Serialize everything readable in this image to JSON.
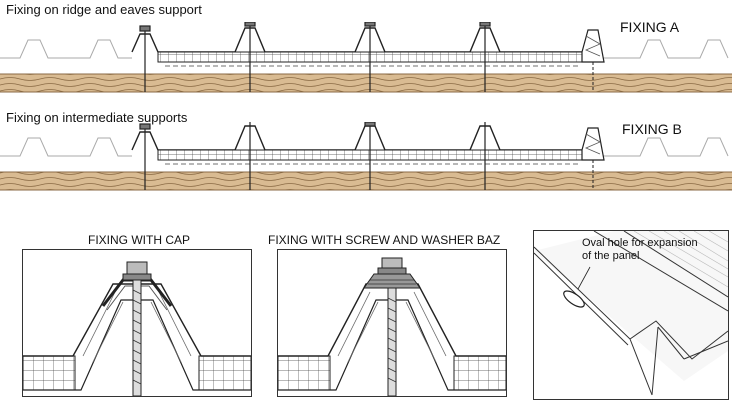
{
  "sections": [
    {
      "title": "Fixing on ridge and eaves support",
      "label": "FIXING A"
    },
    {
      "title": "Fixing on intermediate supports",
      "label": "FIXING B"
    }
  ],
  "details": [
    {
      "title": "FIXING WITH CAP"
    },
    {
      "title": "FIXING WITH SCREW AND WASHER BAZ"
    }
  ],
  "perspective": {
    "annotation_line1": "Oval hole for expansion",
    "annotation_line2": "of the panel"
  },
  "colors": {
    "wood": "#c8a67a",
    "wood_dark": "#8a6a44",
    "line": "#222222",
    "hatch": "#555555"
  }
}
